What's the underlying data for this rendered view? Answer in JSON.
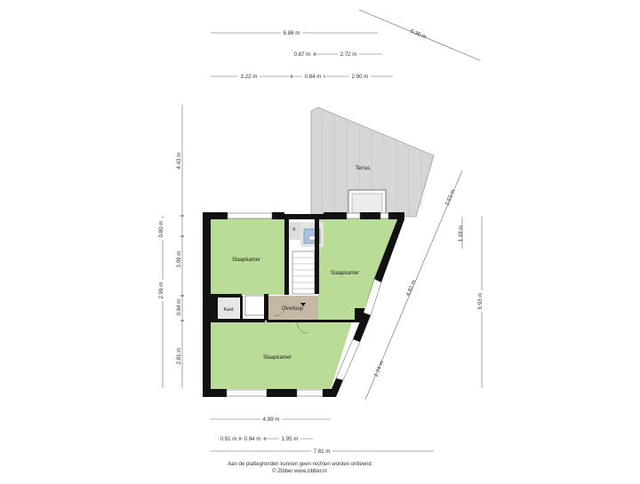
{
  "rooms": {
    "terrace": "Terras",
    "bedroom_top_left": "Slaapkamer",
    "bedroom_right": "Slaapkamer",
    "bedroom_bottom": "Slaapkamer",
    "landing": "Overloop",
    "closet": "Kast",
    "small_room": "K"
  },
  "dimensions": {
    "top_total": "6.86 m",
    "top_a": "0.87 m",
    "top_b": "2.72 m",
    "top_c": "3.22 m",
    "top_d": "0.84 m",
    "top_e": "2.90 m",
    "diag_top": "5.36 m",
    "left_a": "4.43 m",
    "left_b": "0.80 m",
    "left_c": "3.09 m",
    "left_d": "2.99 m",
    "left_e": "0.84 m",
    "left_f": "2.81 m",
    "right_a": "2.53 m",
    "right_b": "4.82 m",
    "right_c": "2.74 m",
    "right_d": "1.19 m",
    "right_e": "6.93 m",
    "bottom_a": "4.99 m",
    "bottom_b": "0.91 m",
    "bottom_c": "0.94 m",
    "bottom_d": "1.95 m",
    "bottom_total": "7.81 m"
  },
  "footer": {
    "line1": "Aan de plattegronden kunnen geen rechten worden ontleend",
    "line2": "© Zibber www.zibber.nl"
  },
  "colors": {
    "room_green": "#b9dc96",
    "terrace_gray": "#d6d6d6",
    "landing_tan": "#c6b9a4",
    "wall": "#111111"
  }
}
